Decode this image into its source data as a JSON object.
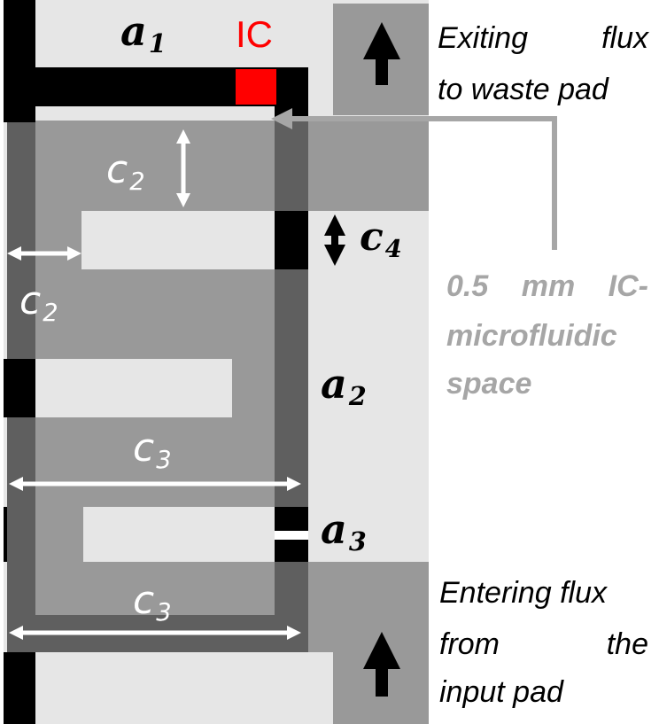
{
  "labels": {
    "a1": {
      "base": "a",
      "sub": "1"
    },
    "a2": {
      "base": "a",
      "sub": "2"
    },
    "a3": {
      "base": "a",
      "sub": "3"
    },
    "c2_top": {
      "base": "c",
      "sub": "2"
    },
    "c2_left": {
      "base": "c",
      "sub": "2"
    },
    "c3_mid": {
      "base": "c",
      "sub": "3"
    },
    "c3_bottom": {
      "base": "c",
      "sub": "3"
    },
    "c4": {
      "base": "c",
      "sub": "4"
    },
    "ic": "IC"
  },
  "annotations": {
    "exit_line1_left": "Exiting",
    "exit_line1_right": "flux",
    "exit_line2": "to waste pad",
    "enter_line1": "Entering flux",
    "enter_line2_left": "from",
    "enter_line2_right": "the",
    "enter_line3": "input pad",
    "gap_line1_left": "0.5",
    "gap_line1_mid": "mm",
    "gap_line1_right": "IC-",
    "gap_line2": "microfluidic",
    "gap_line3": "space"
  },
  "colors": {
    "light": "#e6e6e6",
    "mid": "#999999",
    "dark": "#5f5f5f",
    "black": "#000000",
    "ic_red": "#ff0000",
    "pointer_grey": "#a6a6a6",
    "arrow_white": "#ffffff"
  }
}
